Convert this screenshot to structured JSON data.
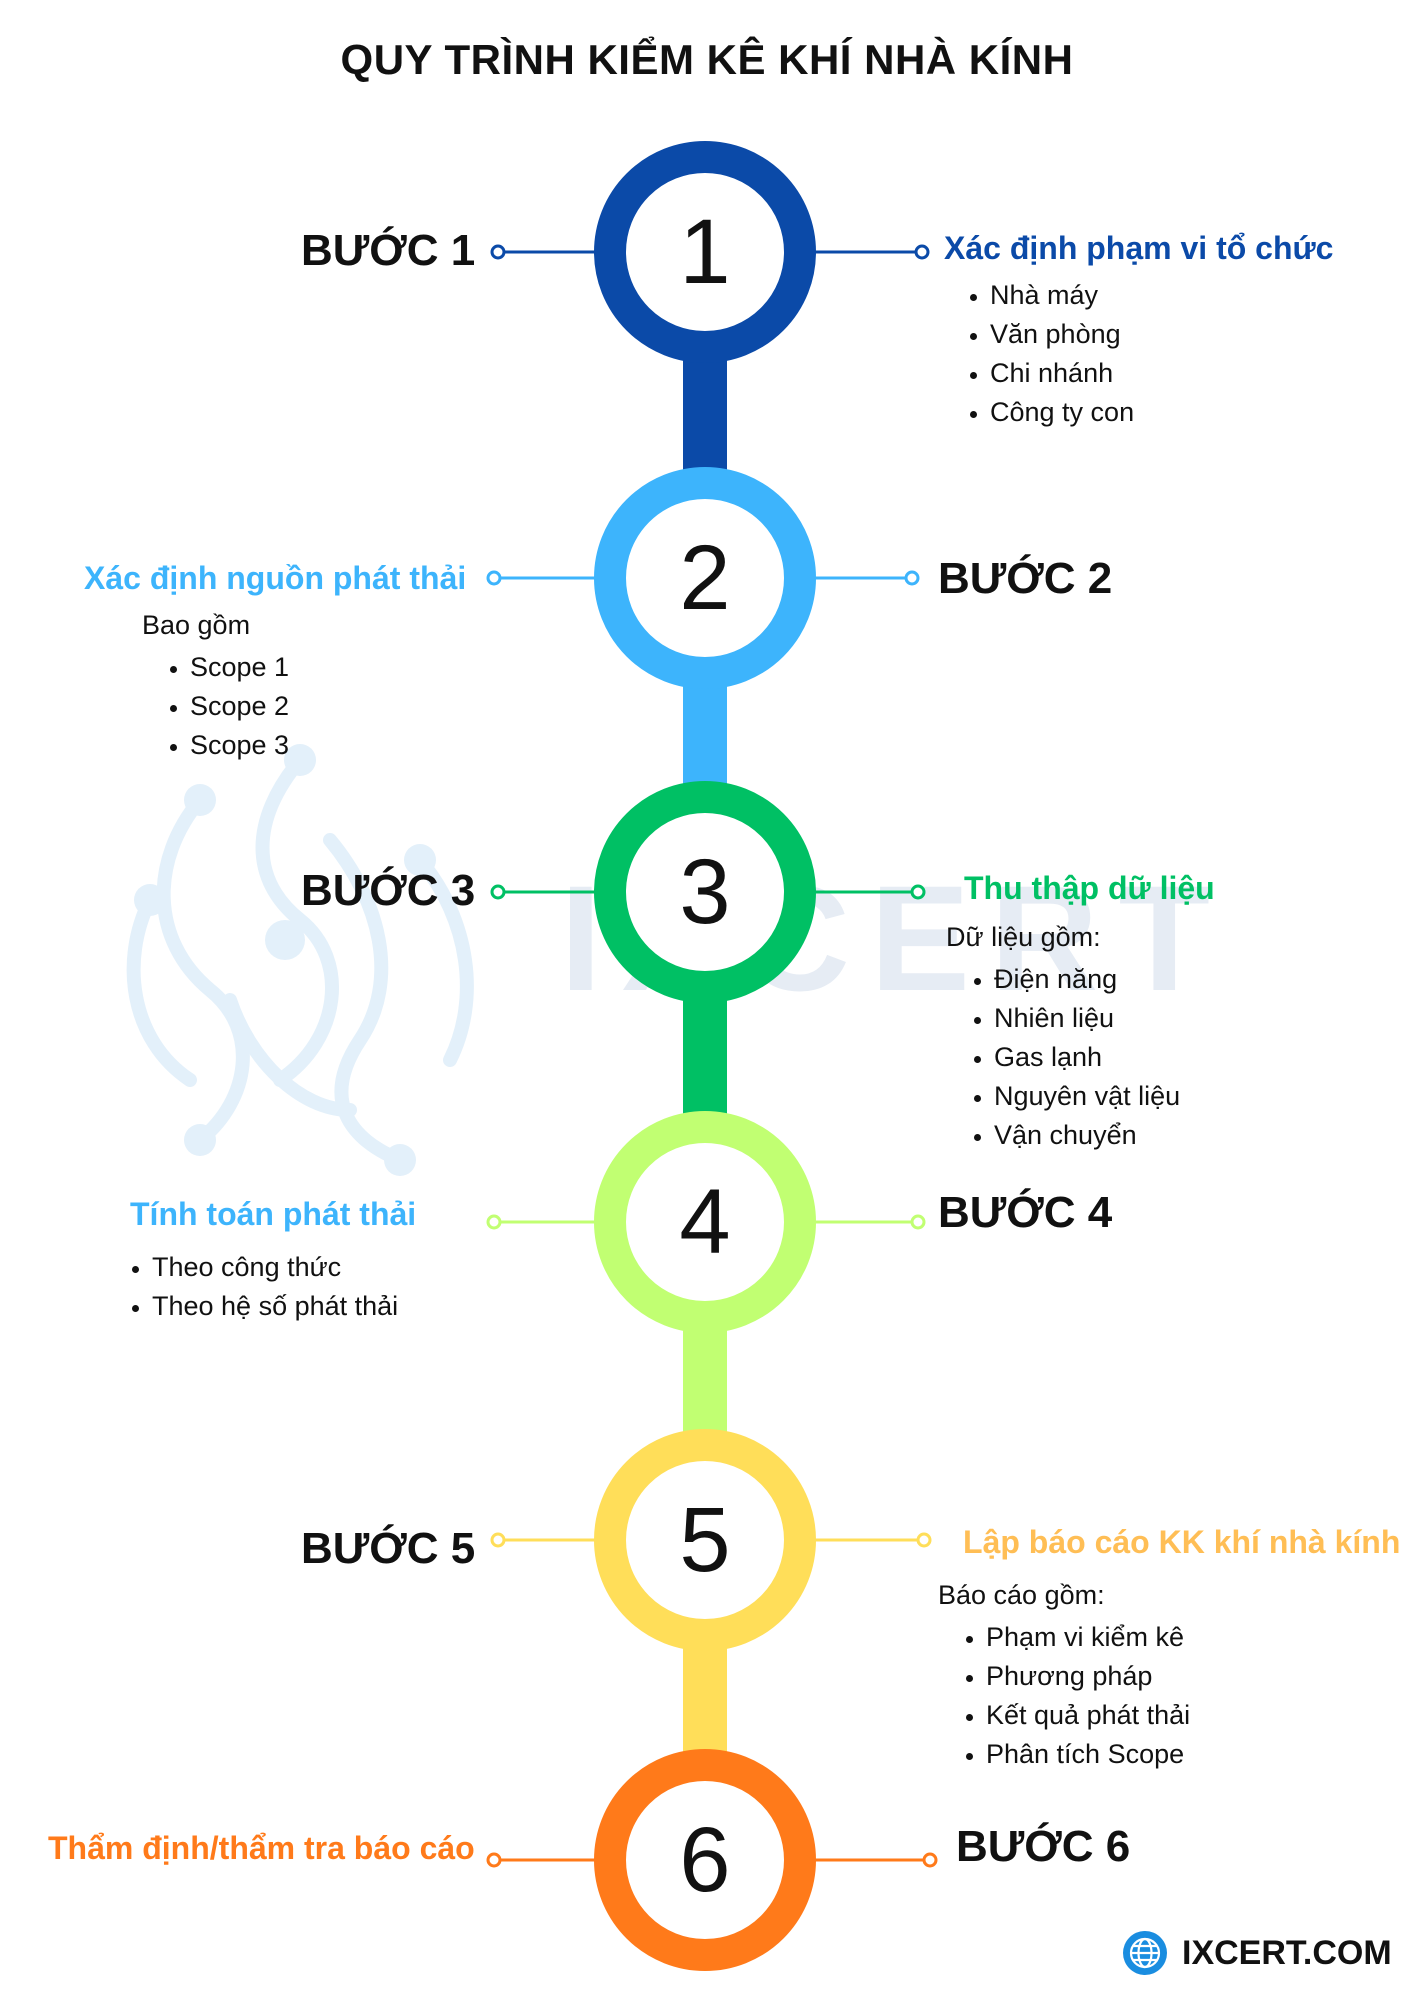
{
  "title": "QUY TRÌNH KIỂM KÊ KHÍ NHÀ KÍNH",
  "steps": [
    {
      "number": "1",
      "label": "BƯỚC 1",
      "heading": "Xác định phạm vi tổ chức",
      "intro": "",
      "items": [
        "Nhà máy",
        "Văn phòng",
        "Chi nhánh",
        "Công ty con"
      ],
      "color": "#0b4aa8"
    },
    {
      "number": "2",
      "label": "BƯỚC 2",
      "heading": "Xác định nguồn phát thải",
      "intro": "Bao gồm",
      "items": [
        "Scope 1",
        "Scope 2",
        "Scope 3"
      ],
      "color": "#3db4fc"
    },
    {
      "number": "3",
      "label": "BƯỚC 3",
      "heading": "Thu thập dữ liệu",
      "intro": "Dữ liệu gồm:",
      "items": [
        "Điện năng",
        "Nhiên liệu",
        "Gas lạnh",
        "Nguyên vật liệu",
        "Vận chuyển"
      ],
      "color": "#00c064"
    },
    {
      "number": "4",
      "label": "BƯỚC 4",
      "heading": "Tính toán phát thải",
      "intro": "",
      "items": [
        "Theo công thức",
        "Theo hệ số phát thải"
      ],
      "color": "#c1ff72",
      "heading_color": "#3db4fc"
    },
    {
      "number": "5",
      "label": "BƯỚC 5",
      "heading": "Lập báo cáo KK khí nhà kính",
      "intro": "Báo cáo gồm:",
      "items": [
        "Phạm vi kiểm kê",
        "Phương pháp",
        "Kết quả phát thải",
        "Phân tích Scope"
      ],
      "color": "#ffde59",
      "heading_color": "#ffbe55"
    },
    {
      "number": "6",
      "label": "BƯỚC 6",
      "heading": "Thẩm định/thẩm tra báo cáo",
      "intro": "",
      "items": [],
      "color": "#ff7a1a"
    }
  ],
  "watermark": {
    "text": "IXCERT",
    "color": "#e6ecf4"
  },
  "brand": {
    "text": "IXCERT.COM",
    "icon": "globe-icon",
    "color": "#1a8de0"
  }
}
